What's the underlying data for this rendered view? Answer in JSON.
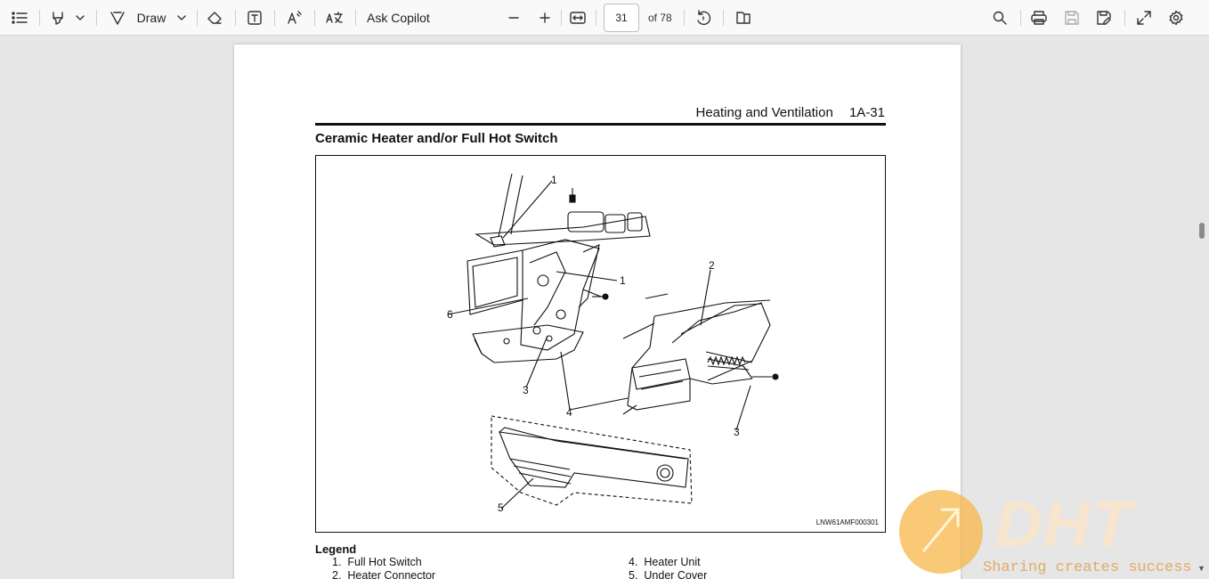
{
  "toolbar": {
    "draw_label": "Draw",
    "ask_copilot_label": "Ask Copilot",
    "page_current": "31",
    "page_total_label": "of 78",
    "icons": [
      "contents-icon",
      "highlight-icon",
      "draw-icon",
      "eraser-icon",
      "text-box-icon",
      "read-aloud-icon",
      "translate-icon",
      "zoom-out-icon",
      "zoom-in-icon",
      "fit-width-icon",
      "rotate-icon",
      "page-view-icon",
      "search-icon",
      "print-icon",
      "save-icon",
      "save-as-icon",
      "fullscreen-icon",
      "settings-icon"
    ]
  },
  "document": {
    "header_title": "Heating and Ventilation",
    "header_page": "1A-31",
    "section_title": "Ceramic Heater and/or Full Hot Switch",
    "figure_code": "LNW61AMF000301",
    "callouts": [
      "1",
      "1",
      "2",
      "6",
      "3",
      "4",
      "3",
      "5"
    ],
    "legend_title": "Legend",
    "legend": [
      {
        "num": "1.",
        "label": "Full Hot Switch"
      },
      {
        "num": "2.",
        "label": "Heater Connector"
      },
      {
        "num": "4.",
        "label": "Heater Unit"
      },
      {
        "num": "5.",
        "label": "Under Cover"
      }
    ]
  },
  "watermark": {
    "logo_text": "DHT",
    "tagline": "Sharing creates success"
  },
  "colors": {
    "toolbar_bg": "#f9f9f9",
    "canvas_bg": "#e6e6e6",
    "watermark_orange": "#f7b74a"
  }
}
